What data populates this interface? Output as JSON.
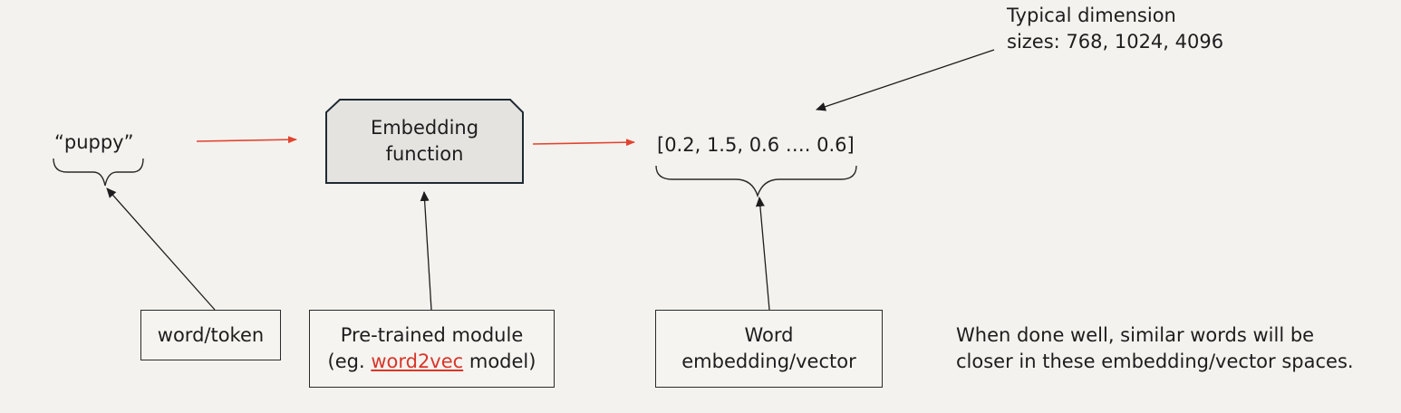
{
  "input": {
    "word": "“puppy”"
  },
  "embedding_function": {
    "line1": "Embedding",
    "line2": "function"
  },
  "vector": {
    "text": "[0.2, 1.5, 0.6 …. 0.6]"
  },
  "dimension_note": {
    "line1": "Typical dimension",
    "line2": "sizes: 768, 1024, 4096"
  },
  "labels": {
    "word_token": "word/token",
    "pretrained": {
      "line1": "Pre-trained module",
      "prefix": "(eg. ",
      "link": "word2vec",
      "suffix": " model)"
    },
    "word_embedding": {
      "line1": "Word",
      "line2": "embedding/vector"
    }
  },
  "note": {
    "line1": "When done well, similar words will be",
    "line2": "closer in these embedding/vector spaces."
  },
  "colors": {
    "flow_arrow": "#e0442f",
    "pointer_arrow": "#1d1d1d",
    "embed_fill": "#e4e3e0",
    "border": "#2a2a2a",
    "link": "#d8362a"
  }
}
